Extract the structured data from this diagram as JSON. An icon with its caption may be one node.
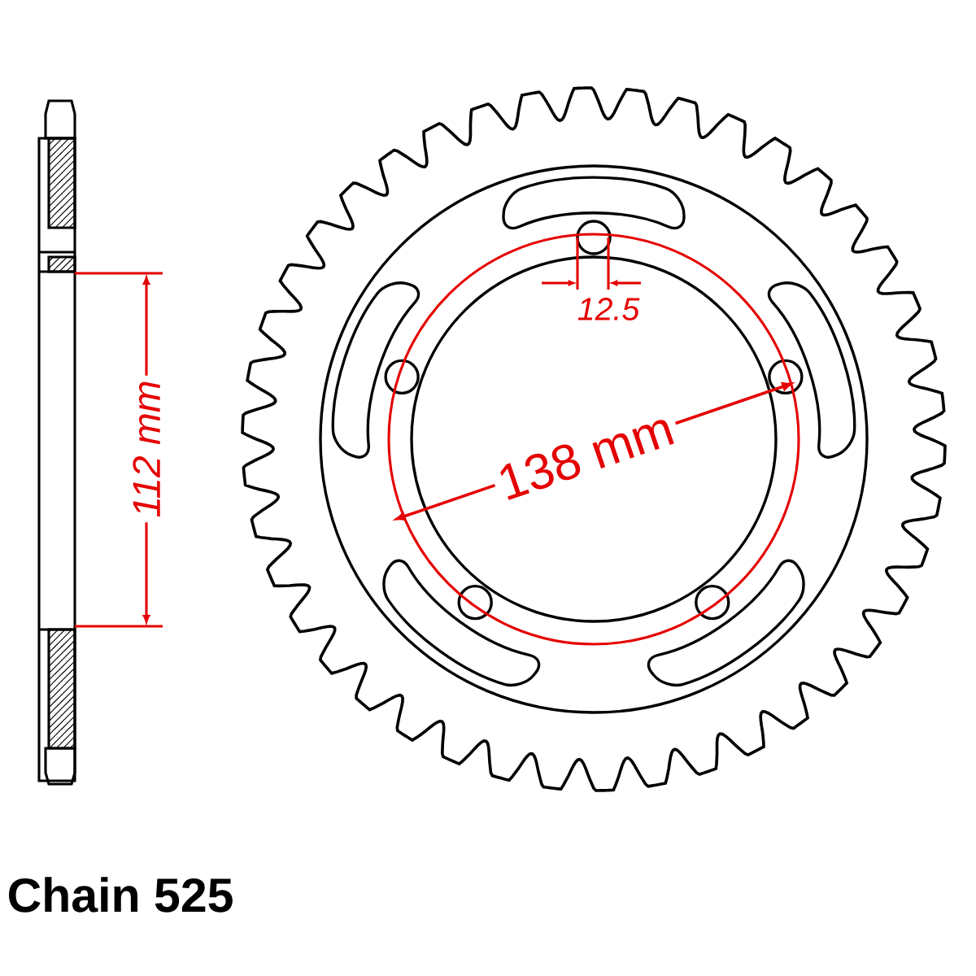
{
  "diagram": {
    "labels": [
      "112 mm",
      "12.5",
      "138 mm",
      "Chain 525"
    ]
  }
}
